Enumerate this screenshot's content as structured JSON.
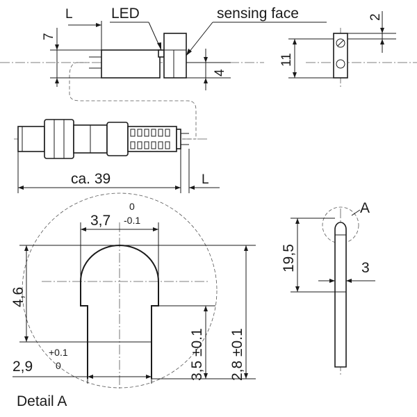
{
  "labels": {
    "l_top": "L",
    "led": "LED",
    "sensing_face": "sensing face",
    "dim_7": "7",
    "dim_4": "4",
    "dim_2": "2",
    "dim_11": "11",
    "dim_ca39": "ca. 39",
    "l_bottom": "L",
    "dim_3_7": "3,7",
    "tol_3_7_upper": "0",
    "tol_3_7_lower": "-0.1",
    "dim_4_6": "4,6",
    "dim_2_9": "2,9",
    "tol_2_9_upper": "+0.1",
    "tol_2_9_lower": "0",
    "dim_3_5": "3,5 ±0.1",
    "dim_2_8": "2,8 ±0.1",
    "detail_a_ref": "A",
    "dim_19_5": "19,5",
    "dim_3": "3",
    "detail_caption": "Detail A"
  }
}
